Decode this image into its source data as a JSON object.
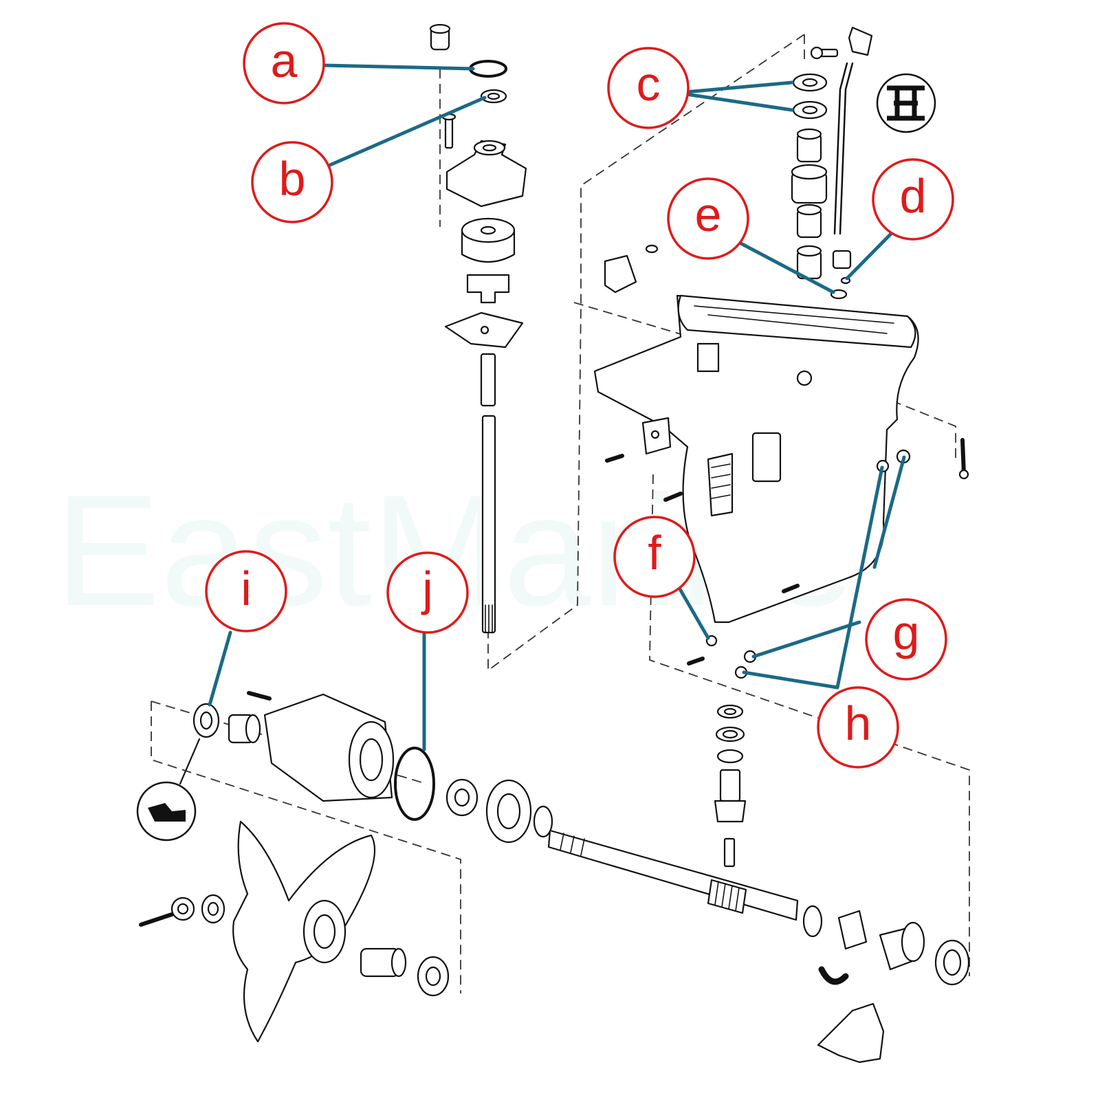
{
  "watermark": "EastMarine",
  "callouts": [
    {
      "id": "a",
      "letter": "a"
    },
    {
      "id": "b",
      "letter": "b"
    },
    {
      "id": "c",
      "letter": "c"
    },
    {
      "id": "d",
      "letter": "d"
    },
    {
      "id": "e",
      "letter": "e"
    },
    {
      "id": "f",
      "letter": "f"
    },
    {
      "id": "g",
      "letter": "g"
    },
    {
      "id": "h",
      "letter": "h"
    },
    {
      "id": "i",
      "letter": "i"
    },
    {
      "id": "j",
      "letter": "j"
    }
  ],
  "colors": {
    "callout": "#e01a1a",
    "leader": "#1b6a86",
    "line_art": "#111111",
    "watermark": "#e6f7f5"
  },
  "icons": [
    "grease-symbol-icon",
    "sealant-symbol-icon"
  ]
}
